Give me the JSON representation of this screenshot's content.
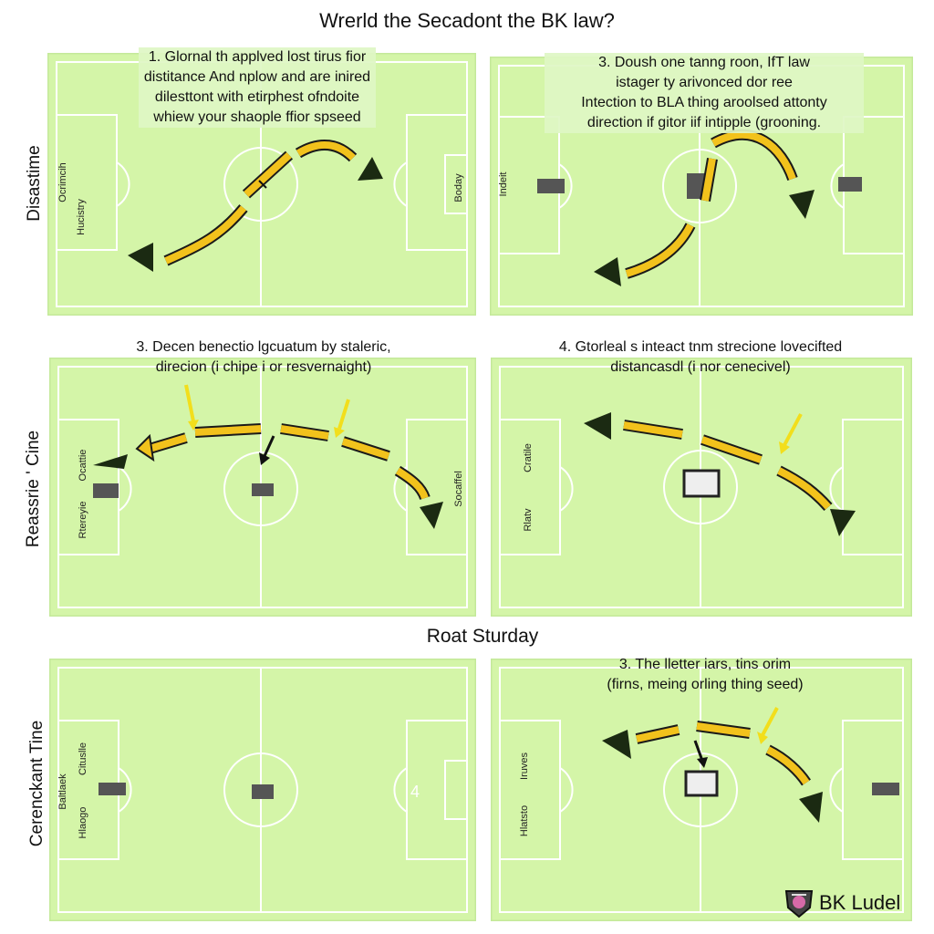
{
  "title": "Wrerld the Secadont the BK law?",
  "section_title": "Roat Sturday",
  "side_labels": {
    "row1": "Disastime",
    "row2": "Reassrie ' Cine",
    "row3": "Cerenckant Tine"
  },
  "panels": [
    {
      "caption": [
        "1. Glornal th applved lost tirus fior",
        "distitance And nplow and are inired",
        "dilesttont with etirphest ofndoite",
        "whiew your shaople ffior spseed"
      ],
      "left_box_labels": [
        "Ocrimcih",
        "Hucistry"
      ],
      "right_box_label": "Boday"
    },
    {
      "caption": [
        "3. Doush one tanng roon, IfT law",
        "istager ty arivonced dor ree",
        "Intection to BLA thing aroolsed attonty",
        "direction if gitor iif intipple (grooning."
      ],
      "left_box_labels": [
        "Indeit"
      ],
      "right_box_label": ""
    },
    {
      "caption": [
        "3. Decen benectio lgcuatum by staleric,",
        "direcion (i chipe i or resvernaight)"
      ],
      "left_box_labels": [
        "Ocattie",
        "Rtereyie"
      ],
      "right_box_label": "Socaffel"
    },
    {
      "caption": [
        "4. Gtorleal s inteact tnm strecione lovecifted",
        "distancasdl (i nor cenecivel)"
      ],
      "left_box_labels": [
        "Cratile",
        "Rlatv"
      ],
      "right_box_label": ""
    },
    {
      "caption": [],
      "left_box_labels": [
        "Cituslle",
        "Baltlaek",
        "Hlaogo"
      ],
      "right_box_label": ""
    },
    {
      "caption": [
        "3. The lletter iars, tins orim",
        "(firns, meing orling thing seed)"
      ],
      "left_box_labels": [
        "Iruves",
        "Hlatsto"
      ],
      "right_box_label": ""
    }
  ],
  "brand": {
    "name": "BK Ludel"
  },
  "colors": {
    "pitch": "#d4f5a8",
    "pitch_border": "#c4e99a",
    "arrow_fill": "#f2c21c",
    "arrow_outline": "#1a1a1a",
    "highlight": "#f2de1c",
    "triangle": "#1b2a12"
  }
}
